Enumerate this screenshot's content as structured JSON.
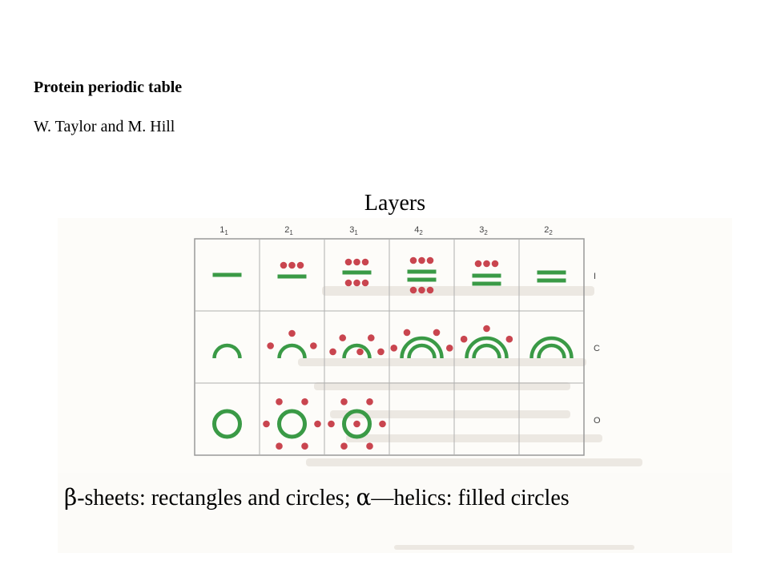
{
  "header": {
    "title": "Protein periodic table",
    "authors": "W. Taylor and M. Hill"
  },
  "diagram": {
    "heading": "Layers",
    "columns": [
      {
        "main": "1",
        "sub": "1"
      },
      {
        "main": "2",
        "sub": "1"
      },
      {
        "main": "3",
        "sub": "1"
      },
      {
        "main": "4",
        "sub": "2"
      },
      {
        "main": "3",
        "sub": "2"
      },
      {
        "main": "2",
        "sub": "2"
      }
    ],
    "rows": [
      "I",
      "C",
      "O"
    ],
    "colors": {
      "sheet": "#3a9a46",
      "helix": "#c9454f",
      "grid": "#999999"
    }
  },
  "caption": {
    "beta": "β",
    "part1": "-sheets: rectangles and circles; ",
    "alpha": "α",
    "part2": "—helics: filled circles"
  }
}
